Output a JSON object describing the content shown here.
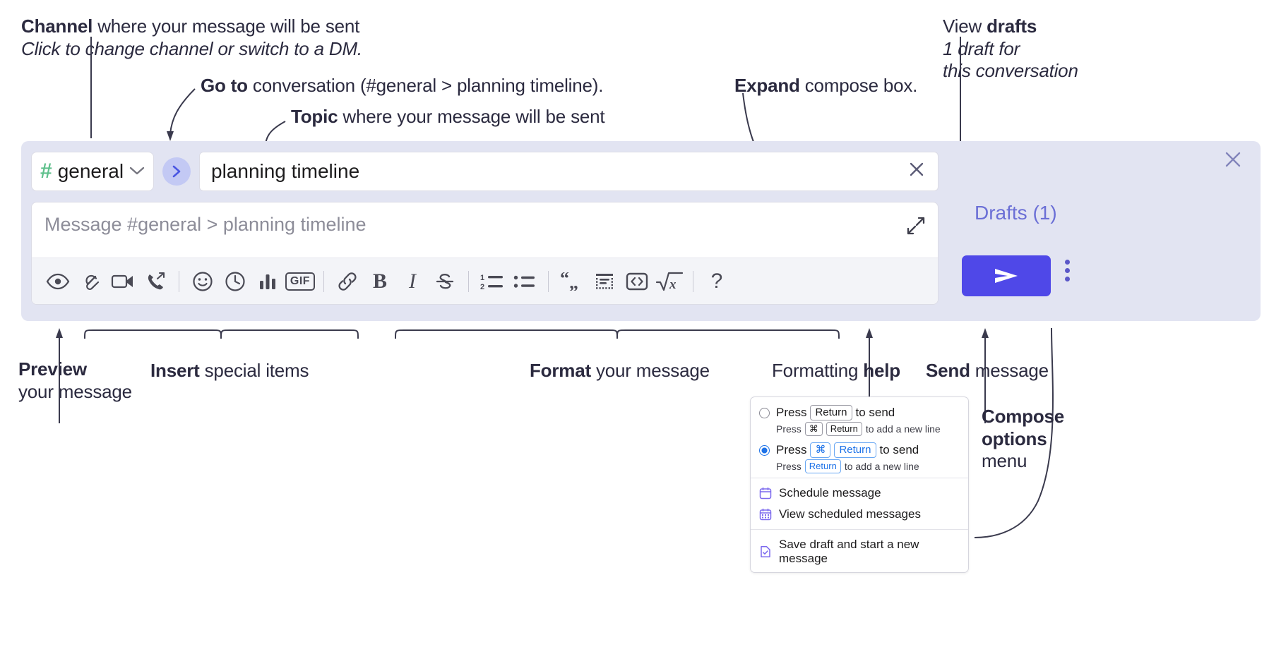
{
  "annotations": {
    "channel": {
      "bold": "Channel",
      "rest": " where your message will be sent",
      "italic": "Click to change channel or switch to a DM."
    },
    "goto": {
      "bold": "Go to",
      "rest": " conversation (#general > planning timeline)."
    },
    "topic": {
      "bold": "Topic",
      "rest": " where your message will be sent"
    },
    "expand": {
      "bold": "Expand",
      "rest": " compose box."
    },
    "drafts": {
      "bold_lead": "View ",
      "bold": "drafts",
      "italic_line1": "1 draft for",
      "italic_line2": "this conversation"
    },
    "preview": {
      "bold": "Preview",
      "rest": "your message"
    },
    "insert": {
      "bold": "Insert",
      "rest": " special items"
    },
    "format": {
      "bold": "Format",
      "rest": " your message"
    },
    "help": {
      "lead": "Formatting ",
      "bold": "help"
    },
    "send": {
      "bold": "Send",
      "rest": " message"
    },
    "compose_options": {
      "bold_line1": "Compose",
      "bold_line2": "options",
      "rest": "menu"
    }
  },
  "compose": {
    "channel": {
      "hash": "#",
      "name": "general",
      "chevron": "⌄"
    },
    "goto_button": {
      "glyph": "›"
    },
    "topic": {
      "value": "planning timeline",
      "clear_glyph": "✕"
    },
    "message": {
      "placeholder": "Message #general > planning timeline",
      "value": ""
    },
    "panel_close_glyph": "✕",
    "toolbar": [
      {
        "name": "preview-icon",
        "label": "Preview"
      },
      {
        "name": "attachment-icon",
        "label": "Attach file"
      },
      {
        "name": "video-icon",
        "label": "Record video clip"
      },
      {
        "name": "huddle-icon",
        "label": "Start huddle"
      },
      {
        "name": "divider",
        "label": ""
      },
      {
        "name": "emoji-icon",
        "label": "Emoji"
      },
      {
        "name": "clock-icon",
        "label": "Reminder"
      },
      {
        "name": "poll-icon",
        "label": "Poll"
      },
      {
        "name": "gif-icon",
        "label": "GIF"
      },
      {
        "name": "divider",
        "label": ""
      },
      {
        "name": "link-icon",
        "label": "Link"
      },
      {
        "name": "bold-icon",
        "label": "B"
      },
      {
        "name": "italic-icon",
        "label": "I"
      },
      {
        "name": "strikethrough-icon",
        "label": "Strikethrough"
      },
      {
        "name": "divider",
        "label": ""
      },
      {
        "name": "ordered-list-icon",
        "label": "Ordered list"
      },
      {
        "name": "bulleted-list-icon",
        "label": "Bulleted list"
      },
      {
        "name": "divider",
        "label": ""
      },
      {
        "name": "blockquote-icon",
        "label": "Blockquote"
      },
      {
        "name": "code-block-icon",
        "label": "Code block"
      },
      {
        "name": "code-icon",
        "label": "Code"
      },
      {
        "name": "math-icon",
        "label": "Math"
      },
      {
        "name": "divider",
        "label": ""
      },
      {
        "name": "help-icon",
        "label": "?"
      }
    ]
  },
  "right_rail": {
    "drafts_label": "Drafts (1)",
    "send_label": "Send",
    "kebab_label": "More options"
  },
  "menu": {
    "options": [
      {
        "selected": false,
        "main": [
          "Press",
          "Return",
          "to send"
        ],
        "sub": [
          "Press",
          "⌘",
          "Return",
          "to add a new line"
        ]
      },
      {
        "selected": true,
        "main": [
          "Press",
          "⌘",
          "Return",
          "to send"
        ],
        "sub": [
          "Press",
          "Return",
          "to add a new line"
        ]
      }
    ],
    "items": [
      {
        "icon": "calendar-icon",
        "label": "Schedule message"
      },
      {
        "icon": "calendar-grid-icon",
        "label": "View scheduled messages"
      },
      {
        "icon": "save-draft-icon",
        "label": "Save draft and start a new message"
      }
    ]
  },
  "colors": {
    "panel_bg": "#e2e4f2",
    "accent_purple": "#4f48e8",
    "drafts_purple": "#6b6fd6",
    "hash_green": "#5fc08c",
    "goto_blue": "#4a56e2",
    "key_blue": "#1d72e8"
  }
}
